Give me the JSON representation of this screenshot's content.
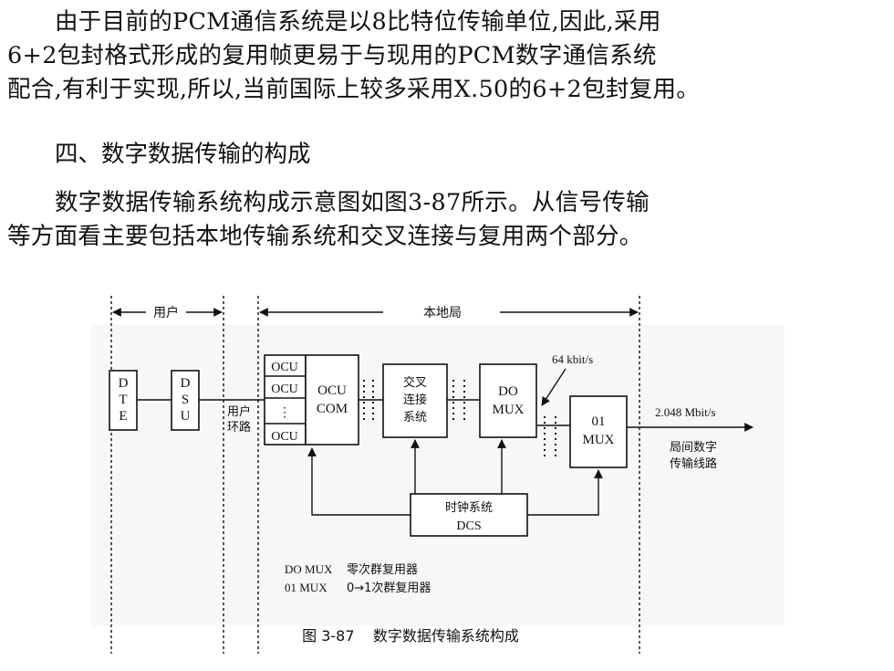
{
  "paragraph1": {
    "line1": "由于目前的PCM通信系统是以8比特位传输单位,因此,采用",
    "line2": "6+2包封格式形成的复用帧更易于与现用的PCM数字通信系统",
    "line3": "配合,有利于实现,所以,当前国际上较多采用X.50的6+2包封复用。"
  },
  "section_heading": "四、数字数据传输的构成",
  "paragraph2": {
    "line1": "数字数据传输系统构成示意图如图3-87所示。从信号传输",
    "line2": "等方面看主要包括本地传输系统和交叉连接与复用两个部分。"
  },
  "figure": {
    "label_user": "用户",
    "label_local_office": "本地局",
    "dte": [
      "D",
      "T",
      "E"
    ],
    "dsu": [
      "D",
      "S",
      "U"
    ],
    "user_loop": [
      "用户",
      "环路"
    ],
    "ocu_items": [
      "OCU",
      "OCU",
      "⋮",
      "OCU"
    ],
    "ocu_com": [
      "OCU",
      "COM"
    ],
    "cross_connect": [
      "交叉",
      "连接",
      "系统"
    ],
    "do_mux": [
      "DO",
      "MUX"
    ],
    "mux_01": [
      "01",
      "MUX"
    ],
    "rate_64": "64  kbit/s",
    "rate_2048": "2.048 Mbit/s",
    "trunk_line": [
      "局间数字",
      "传输线路"
    ],
    "clock": [
      "时钟系统",
      "DCS"
    ],
    "legend": [
      {
        "abbr": "DO MUX",
        "desc": "零次群复用器"
      },
      {
        "abbr": "01 MUX",
        "desc": "0→1次群复用器"
      }
    ],
    "caption": "图 3-87    数字数据传输系统构成"
  }
}
